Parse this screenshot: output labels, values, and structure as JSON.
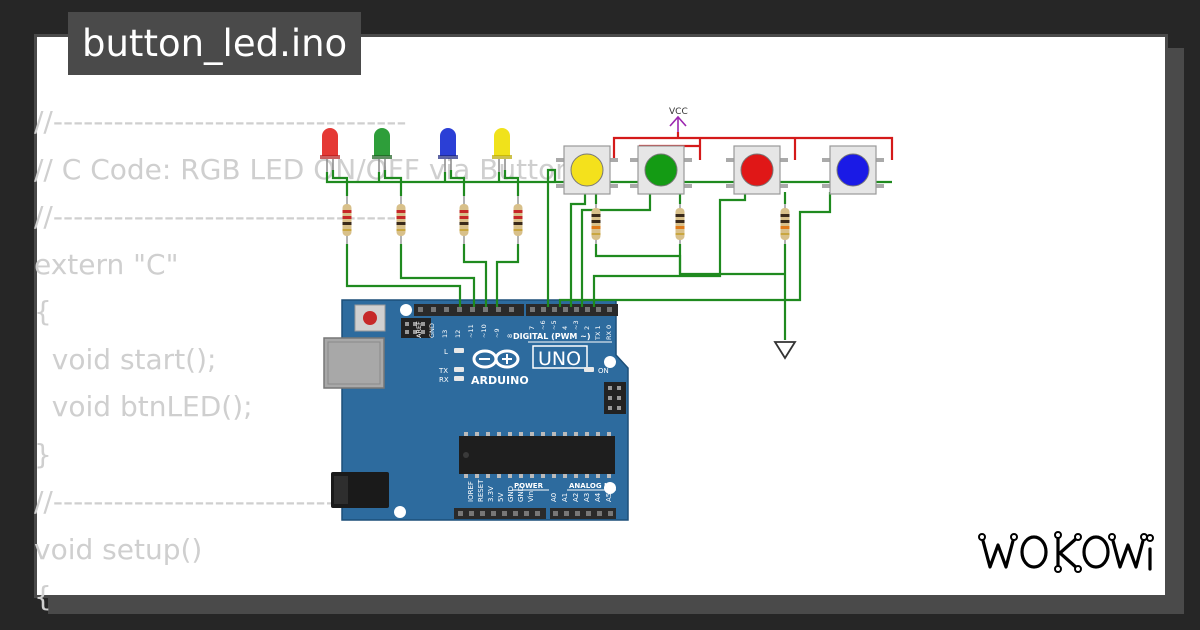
{
  "project": {
    "title": "button_led.ino"
  },
  "code_lines": [
    "//-----------------------------------",
    "// C Code: RGB LED ON/OFF via Buttons",
    "//-----------------------------------",
    "extern \"C\"",
    "{",
    "  void start();",
    "  void btnLED();",
    "}",
    "//-----------------------------------",
    "void setup()",
    "{"
  ],
  "circuit": {
    "vcc_label": "VCC",
    "led_colors": [
      "#e53935",
      "#2e9e3a",
      "#2b3fd6",
      "#f0e21b"
    ],
    "button_cap_colors": [
      "#f4e11c",
      "#149b14",
      "#e01717",
      "#1a1ae6"
    ],
    "wire_color": "#1f8a1f",
    "vcc_wire_color": "#d41a1a",
    "board": {
      "brand": "ARDUINO",
      "model": "UNO",
      "digital_label": "DIGITAL (PWM ~)",
      "power_label": "POWER",
      "analog_label": "ANALOG IN",
      "on_label": "ON",
      "l_label": "L",
      "tx_label": "TX",
      "rx_label": "RX",
      "digital_pins_left": [
        "AREF",
        "GND",
        "13",
        "12",
        "~11",
        "~10",
        "~9",
        "8"
      ],
      "digital_pins_right": [
        "7",
        "~6",
        "~5",
        "4",
        "~3",
        "2",
        "TX 1",
        "RX 0"
      ],
      "power_pins": [
        "IOREF",
        "RESET",
        "3.3V",
        "5V",
        "GND",
        "GND",
        "Vin"
      ],
      "analog_pins": [
        "A0",
        "A1",
        "A2",
        "A3",
        "A4",
        "A5"
      ]
    }
  },
  "brand": {
    "name": "WOKWi"
  }
}
